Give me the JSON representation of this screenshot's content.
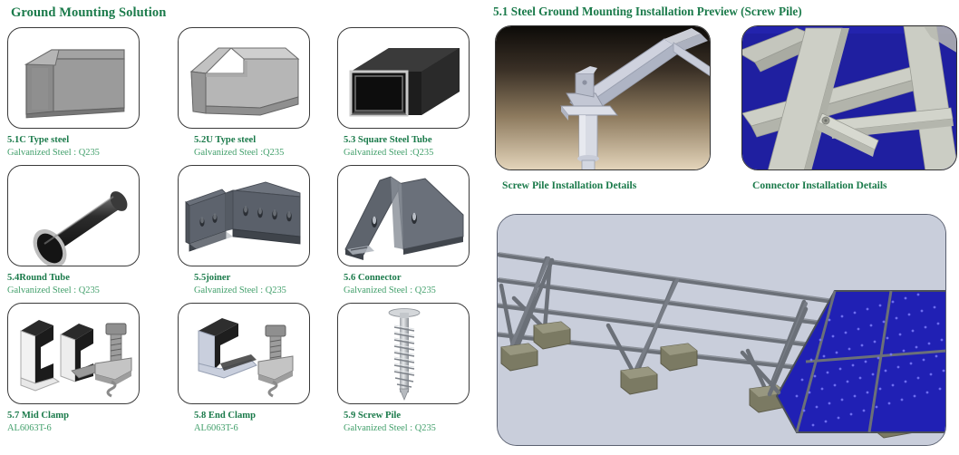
{
  "left": {
    "heading": "Ground Mounting Solution",
    "products": [
      {
        "title": "5.1C Type steel",
        "material": "Galvanized Steel : Q235",
        "icon": "c-type-steel-icon"
      },
      {
        "title": "5.2U Type steel",
        "material": "Galvanized Steel :Q235",
        "icon": "u-type-steel-icon"
      },
      {
        "title": "5.3 Square Steel Tube",
        "material": "Galvanized Steel :Q235",
        "icon": "square-steel-tube-icon"
      },
      {
        "title": "5.4Round Tube",
        "material": "Galvanized Steel : Q235",
        "icon": "round-tube-icon"
      },
      {
        "title": "5.5joiner",
        "material": "Galvanized Steel : Q235",
        "icon": "joiner-icon"
      },
      {
        "title": "5.6 Connector",
        "material": "Galvanized Steel : Q235",
        "icon": "connector-icon"
      },
      {
        "title": "5.7 Mid Clamp",
        "material": "AL6063T-6",
        "icon": "mid-clamp-icon"
      },
      {
        "title": "5.8 End Clamp",
        "material": "AL6063T-6",
        "icon": "end-clamp-icon"
      },
      {
        "title": "5.9 Screw Pile",
        "material": "Galvanized Steel : Q235",
        "icon": "screw-pile-icon"
      }
    ]
  },
  "right": {
    "heading": "5.1 Steel Ground Mounting Installation Preview (Screw Pile)",
    "photos": [
      {
        "caption": "Screw Pile Installation Details",
        "name": "screw-pile-install-photo"
      },
      {
        "caption": "Connector Installation Details",
        "name": "connector-install-photo"
      }
    ],
    "overview_photo": "ground-mounting-array-overview-photo"
  },
  "colors": {
    "heading_green": "#1a7a4a",
    "subtitle_green": "#43a06c",
    "steel_gray": "#8c8c8c",
    "dark_steel": "#4a4f57",
    "panel_blue": "#1f1fa0",
    "render_bg": "#c9cedb"
  }
}
